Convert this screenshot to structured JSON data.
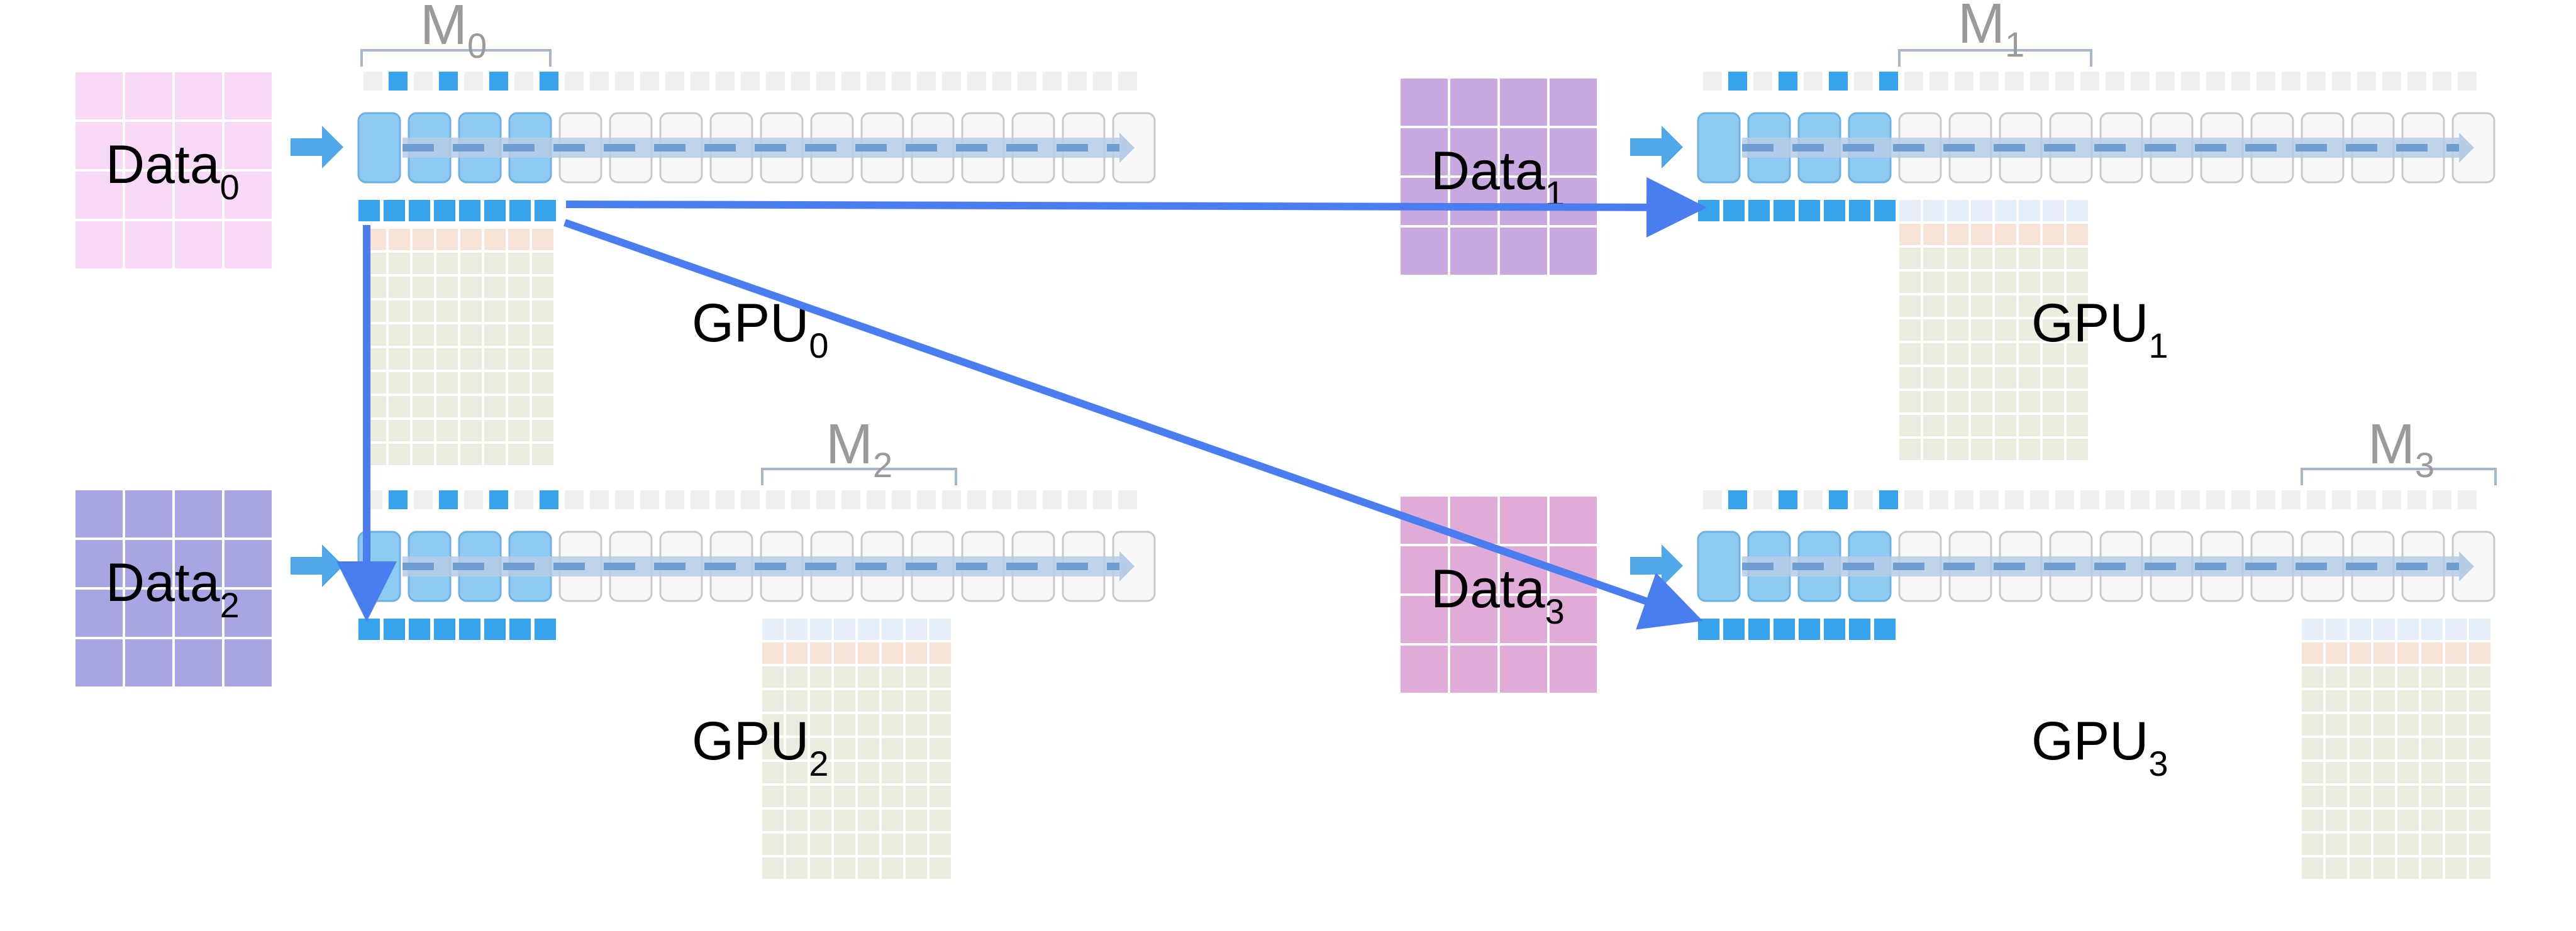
{
  "colors": {
    "cell_filled": "#8ecbf2",
    "cell_filled_stroke": "#6fb0de",
    "cell_empty": "#f8f8f8",
    "cell_empty_stroke": "#c9c9c9",
    "flow_line": "#6f9ed3",
    "flow_line_light": "#b7cde6",
    "dot_blue": "#36a3ea",
    "dot_grey": "#efefef",
    "input_arrow": "#4fa8ea",
    "transfer_arrow": "#4a7ef0",
    "bracket": "#a8b8cc",
    "label_grey": "#9a9a9a",
    "grid_green": "#e8eddf",
    "grid_orange": "#f8e4d6",
    "grid_blue": "#e6eef8"
  },
  "nodes": [
    {
      "id": "gpu0",
      "data_label": "Data",
      "data_sub": "0",
      "gpu_label": "GPU",
      "gpu_sub": "0",
      "model_label": "M",
      "model_sub": "0",
      "data_color": "#f8d9f8"
    },
    {
      "id": "gpu1",
      "data_label": "Data",
      "data_sub": "1",
      "gpu_label": "GPU",
      "gpu_sub": "1",
      "model_label": "M",
      "model_sub": "1",
      "data_color": "#c7a9e0"
    },
    {
      "id": "gpu2",
      "data_label": "Data",
      "data_sub": "2",
      "gpu_label": "GPU",
      "gpu_sub": "2",
      "model_label": "M",
      "model_sub": "2",
      "data_color": "#a7a6e2"
    },
    {
      "id": "gpu3",
      "data_label": "Data",
      "data_sub": "3",
      "gpu_label": "GPU",
      "gpu_sub": "3",
      "model_label": "M",
      "model_sub": "3",
      "data_color": "#e0abd7"
    }
  ],
  "edges": [
    {
      "from": "gpu0",
      "to": "gpu1"
    },
    {
      "from": "gpu0",
      "to": "gpu2"
    },
    {
      "from": "gpu0",
      "to": "gpu3"
    }
  ]
}
